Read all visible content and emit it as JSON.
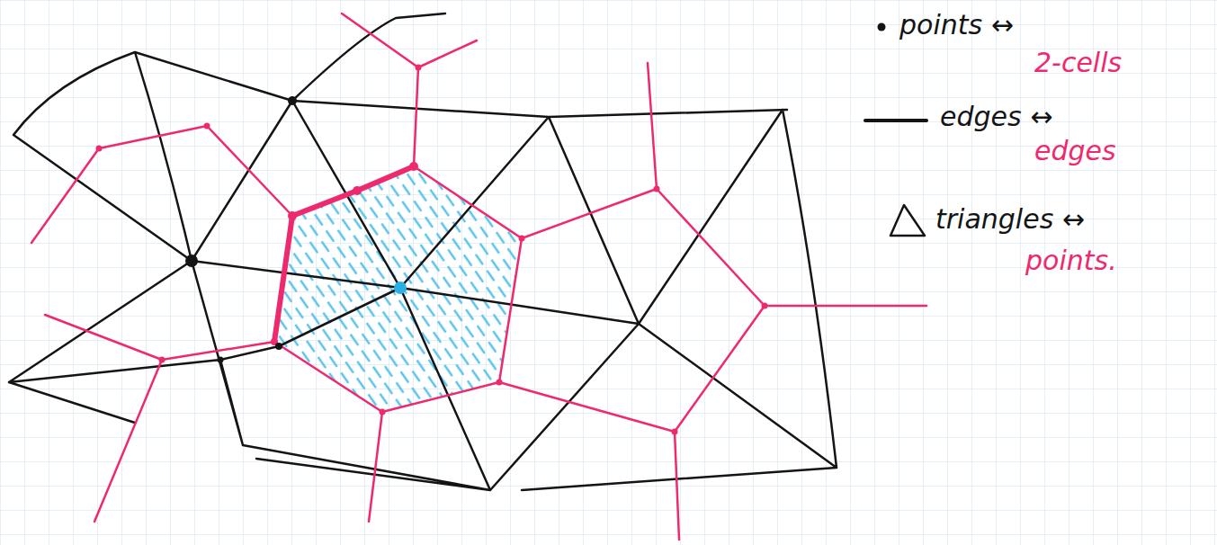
{
  "diagram": {
    "labels": [
      "points ↔",
      "2-cells",
      "edges ↔",
      "edges",
      "triangles ↔",
      "points."
    ]
  }
}
